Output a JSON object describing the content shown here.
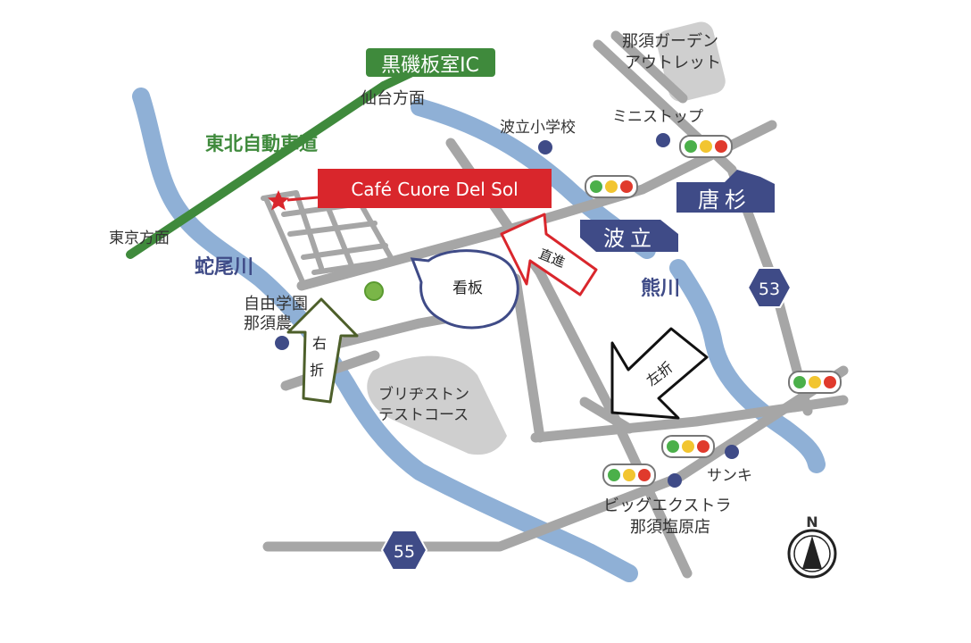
{
  "colors": {
    "road": "#a6a6a6",
    "river": "#8fb0d6",
    "expressway": "#3f8a3c",
    "highlight": "#d9262c",
    "region_badge": "#3f4b87",
    "route_badge": "#3f4b87",
    "river_label": "#3f4b87",
    "area": "#cfcfcf",
    "sign_bubble": "#3f4b87",
    "arrow_right": "#4d5f2a",
    "arrow_straight": "#d9262c",
    "arrow_left": "#111111",
    "poi_dot": "#3f4b87",
    "park_dot": "#7ab648",
    "signal_red": "#e03a2c",
    "signal_yellow": "#f2c530",
    "signal_green": "#4bb04a"
  },
  "labels": {
    "ic": "黒磯板室IC",
    "sendai": "仙台方面",
    "expressway": "東北自動車道",
    "tokyo": "東京方面",
    "cafe": "Café Cuore Del Sol",
    "river_hebio": "蛇尾川",
    "school_line1": "自由学園",
    "school_line2": "那須農",
    "sign": "看板",
    "right_turn_1": "右",
    "right_turn_2": "折",
    "straight": "直進",
    "left_turn": "左折",
    "bridgestone_line1": "ブリヂストン",
    "bridgestone_line2": "テストコース",
    "elementary": "波立小学校",
    "garden_line1": "那須ガーデン",
    "garden_line2": "アウトレット",
    "ministop": "ミニストップ",
    "karasugi": "唐杉",
    "hatsudachi": "波立",
    "river_kuma": "熊川",
    "route53": "53",
    "route55": "55",
    "sanki": "サンキ",
    "bigx_line1": "ビッグエクストラ",
    "bigx_line2": "那須塩原店",
    "north": "N"
  },
  "icons": [
    "star-icon",
    "traffic-signal-icon",
    "compass-icon",
    "route-shield-icon",
    "poi-dot-icon",
    "turn-arrow-icon"
  ]
}
